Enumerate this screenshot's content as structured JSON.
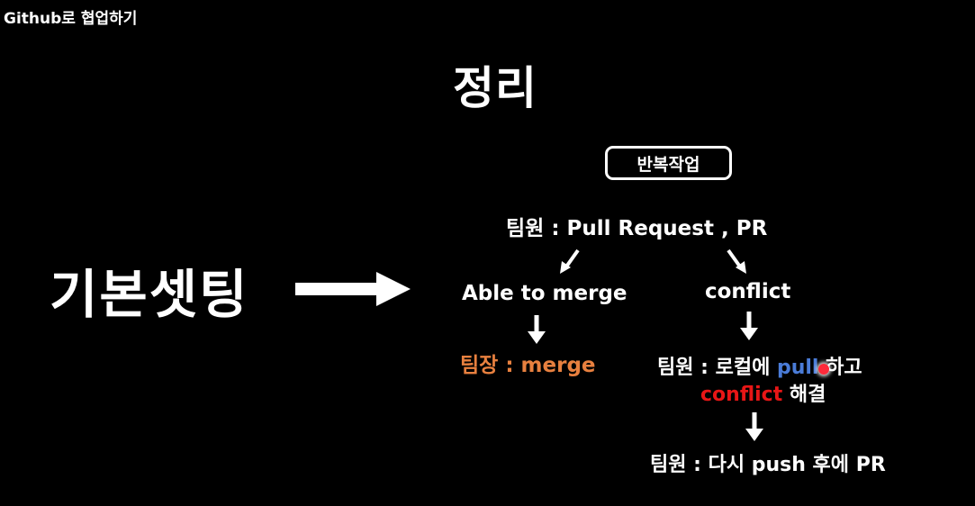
{
  "corner_title": "Github로 협업하기",
  "main_title": "정리",
  "left_label": "기본셋팅",
  "repeat_label": "반복작업",
  "pr_line": "팀원 : Pull Request , PR",
  "able_label": "Able to merge",
  "conflict_label": "conflict",
  "leader_line": "팀장 : merge",
  "resolve_line1": {
    "prefix": "팀원 : 로컬에 ",
    "highlight": "pull",
    "suffix": " 하고"
  },
  "resolve_line2": {
    "highlight": "conflict",
    "suffix": " 해결"
  },
  "repush_line": "팀원 : 다시 push 후에 PR",
  "colors": {
    "background": "#000000",
    "text": "#ffffff",
    "leader": "#e8803f",
    "pull": "#4a7cd8",
    "conflict": "#e81616"
  }
}
